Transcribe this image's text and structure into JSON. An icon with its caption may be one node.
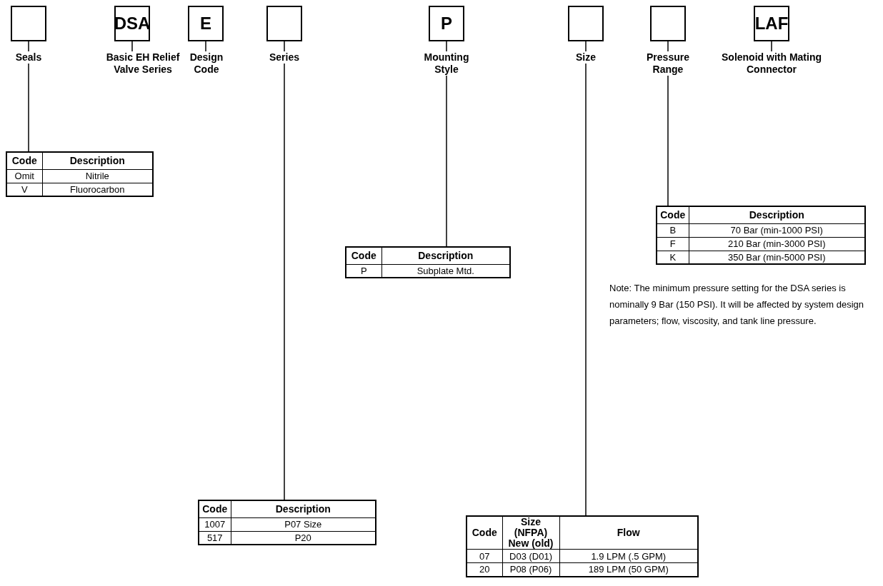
{
  "diagram": {
    "nodes": [
      {
        "text": [],
        "shape": "box"
      },
      {
        "text": [
          "DSA"
        ]
      },
      {
        "text": [
          "E"
        ]
      },
      {
        "text": [],
        "shape": "box"
      },
      {
        "text": [
          "P"
        ]
      },
      {
        "text": [],
        "shape": "box"
      },
      {
        "text": [],
        "shape": "box"
      },
      {
        "text": [
          "LAF"
        ]
      },
      {
        "text": [
          "Seals"
        ]
      },
      {
        "text": [
          "Basic EH Relief Valve Series"
        ]
      },
      {
        "text": [
          "Design Code"
        ]
      },
      {
        "text": [
          "Series"
        ]
      },
      {
        "text": [
          "Mounting Style"
        ]
      },
      {
        "text": [
          "Size"
        ]
      },
      {
        "text": [
          "Pressure Range"
        ]
      },
      {
        "text": [
          "Solenoid with Mating Connector"
        ]
      },
      {
        "text": [
          "Code",
          "Description",
          "Omit",
          "Nitrile",
          "V",
          "Fluorocarbon"
        ]
      },
      {
        "text": [
          "Code",
          "Description",
          "P",
          "Subplate Mtd."
        ]
      },
      {
        "text": [
          "Code",
          "Description",
          "B",
          "70 Bar (min-1000 PSI)",
          "F",
          "210 Bar (min-3000 PSI)",
          "K",
          "350 Bar (min-5000 PSI)"
        ]
      },
      {
        "text": [
          "Code",
          "Description",
          "1007",
          "P07 Size",
          "517",
          "P20"
        ]
      },
      {
        "text": [
          "Code",
          "Size (NFPA) New (old)",
          "Flow",
          "07",
          "D03 (D01)",
          "1.9 LPM (.5 GPM)",
          "20",
          "P08 (P06)",
          "189 LPM (50 GPM)"
        ]
      }
    ],
    "edges": [
      {
        "from": 0,
        "to": 8,
        "arrow": "none"
      },
      {
        "from": 1,
        "to": 9,
        "arrow": "none"
      },
      {
        "from": 2,
        "to": 10,
        "arrow": "none"
      },
      {
        "from": 3,
        "to": 11,
        "arrow": "none"
      },
      {
        "from": 4,
        "to": 12,
        "arrow": "none"
      },
      {
        "from": 5,
        "to": 13,
        "arrow": "none"
      },
      {
        "from": 6,
        "to": 14,
        "arrow": "none"
      },
      {
        "from": 7,
        "to": 15,
        "arrow": "none"
      },
      {
        "from": 8,
        "to": 16,
        "arrow": "none"
      },
      {
        "from": 12,
        "to": 17,
        "arrow": "none"
      },
      {
        "from": 14,
        "to": 18,
        "arrow": "none"
      },
      {
        "from": 11,
        "to": 19,
        "arrow": "none"
      },
      {
        "from": 13,
        "to": 20,
        "arrow": "none"
      }
    ],
    "labels": [
      "Note: The minimum pressure setting for the DSA series is nominally 9 Bar (150 PSI). It will be affected by system design parameters; flow, viscosity, and tank line pressure."
    ]
  }
}
